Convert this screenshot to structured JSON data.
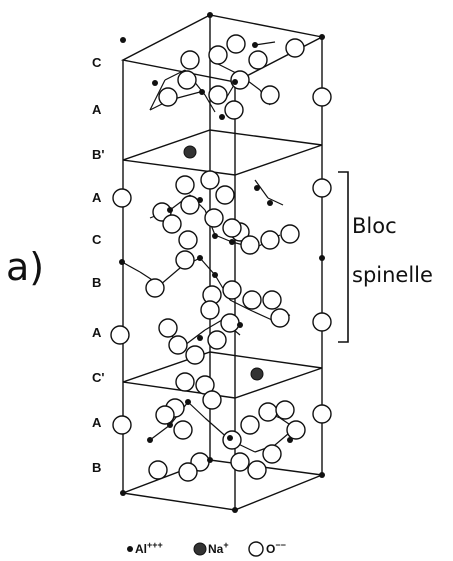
{
  "panel_label": "a)",
  "layer_labels": [
    "C",
    "A",
    "B'",
    "A",
    "C",
    "B",
    "A",
    "C'",
    "A",
    "B"
  ],
  "bracket_label": {
    "line1": "Bloc",
    "line2": "spinelle"
  },
  "legend": {
    "al": {
      "symbol": "Al",
      "charge": "+++"
    },
    "na": {
      "symbol": "Na",
      "charge": "+"
    },
    "o": {
      "symbol": "O",
      "charge": "−−"
    }
  }
}
